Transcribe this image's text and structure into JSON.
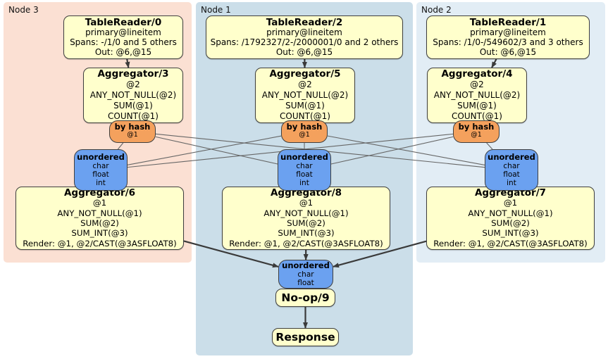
{
  "regions": [
    {
      "id": "node3",
      "label": "Node 3"
    },
    {
      "id": "node1",
      "label": "Node 1"
    },
    {
      "id": "node2",
      "label": "Node 2"
    }
  ],
  "processors": {
    "tr0": {
      "title": "TableReader/0",
      "lines": [
        "primary@lineitem",
        "Spans: -/1/0 and 5 others",
        "Out: @6,@15"
      ]
    },
    "tr2": {
      "title": "TableReader/2",
      "lines": [
        "primary@lineitem",
        "Spans: /1792327/2-/2000001/0 and 2 others",
        "Out: @6,@15"
      ]
    },
    "tr1": {
      "title": "TableReader/1",
      "lines": [
        "primary@lineitem",
        "Spans: /1/0-/549602/3 and 3 others",
        "Out: @6,@15"
      ]
    },
    "agg3": {
      "title": "Aggregator/3",
      "lines": [
        "@2",
        "ANY_NOT_NULL(@2)",
        "SUM(@1)",
        "COUNT(@1)"
      ]
    },
    "agg5": {
      "title": "Aggregator/5",
      "lines": [
        "@2",
        "ANY_NOT_NULL(@2)",
        "SUM(@1)",
        "COUNT(@1)"
      ]
    },
    "agg4": {
      "title": "Aggregator/4",
      "lines": [
        "@2",
        "ANY_NOT_NULL(@2)",
        "SUM(@1)",
        "COUNT(@1)"
      ]
    },
    "agg6": {
      "title": "Aggregator/6",
      "lines": [
        "@1",
        "ANY_NOT_NULL(@1)",
        "SUM(@2)",
        "SUM_INT(@3)",
        "Render: @1, @2/CAST(@3ASFLOAT8)"
      ]
    },
    "agg8": {
      "title": "Aggregator/8",
      "lines": [
        "@1",
        "ANY_NOT_NULL(@1)",
        "SUM(@2)",
        "SUM_INT(@3)",
        "Render: @1, @2/CAST(@3ASFLOAT8)"
      ]
    },
    "agg7": {
      "title": "Aggregator/7",
      "lines": [
        "@1",
        "ANY_NOT_NULL(@1)",
        "SUM(@2)",
        "SUM_INT(@3)",
        "Render: @1, @2/CAST(@3ASFLOAT8)"
      ]
    },
    "noop": {
      "title": "No-op/9"
    },
    "response": {
      "title": "Response"
    }
  },
  "routers": {
    "node3": {
      "title": "by hash",
      "sub": "@1"
    },
    "node1": {
      "title": "by hash",
      "sub": "@1"
    },
    "node2": {
      "title": "by hash",
      "sub": "@1"
    }
  },
  "syncs": {
    "node3": {
      "title": "unordered",
      "items": [
        "char",
        "float",
        "int"
      ]
    },
    "node1": {
      "title": "unordered",
      "items": [
        "char",
        "float",
        "int"
      ]
    },
    "node2": {
      "title": "unordered",
      "items": [
        "char",
        "float",
        "int"
      ]
    },
    "final": {
      "title": "unordered",
      "items": [
        "char",
        "float"
      ]
    }
  },
  "colors": {
    "node3_bg": "#FBE0D3",
    "node1_bg": "#CBDEE9",
    "node2_bg": "#E2EDF5",
    "box_yellow": "#FFFFCC",
    "router_orange": "#F4A15D",
    "sync_blue": "#6BA1F0",
    "border_color": "#3F3F3F",
    "thin_line": "#666666",
    "thick_line": "#3A3A3A"
  },
  "edges": [
    {
      "from": "router-by-hash-node3",
      "to": "sync-unordered-node3",
      "style": "thin"
    },
    {
      "from": "router-by-hash-node3",
      "to": "sync-unordered-node1",
      "style": "thin"
    },
    {
      "from": "router-by-hash-node3",
      "to": "sync-unordered-node2",
      "style": "thin"
    },
    {
      "from": "router-by-hash-node1",
      "to": "sync-unordered-node3",
      "style": "thin"
    },
    {
      "from": "router-by-hash-node1",
      "to": "sync-unordered-node1",
      "style": "thin"
    },
    {
      "from": "router-by-hash-node1",
      "to": "sync-unordered-node2",
      "style": "thin"
    },
    {
      "from": "router-by-hash-node2",
      "to": "sync-unordered-node3",
      "style": "thin"
    },
    {
      "from": "router-by-hash-node2",
      "to": "sync-unordered-node1",
      "style": "thin"
    },
    {
      "from": "router-by-hash-node2",
      "to": "sync-unordered-node2",
      "style": "thin"
    },
    {
      "from": "processor-tablereader-0",
      "to": "processor-aggregator-3",
      "style": "thick"
    },
    {
      "from": "processor-tablereader-2",
      "to": "processor-aggregator-5",
      "style": "thick"
    },
    {
      "from": "processor-tablereader-1",
      "to": "processor-aggregator-4",
      "style": "thick"
    },
    {
      "from": "processor-aggregator-6",
      "to": "sync-unordered-final",
      "style": "thick"
    },
    {
      "from": "processor-aggregator-8",
      "to": "sync-unordered-final",
      "style": "thick"
    },
    {
      "from": "processor-aggregator-7",
      "to": "sync-unordered-final",
      "style": "thick"
    },
    {
      "from": "processor-noop-9",
      "to": "processor-response",
      "style": "thick"
    }
  ]
}
